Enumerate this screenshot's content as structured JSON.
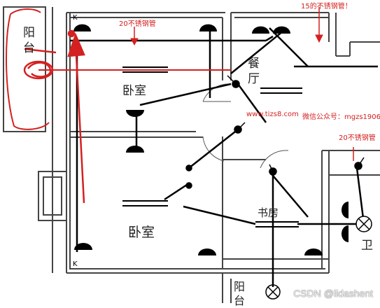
{
  "rooms": {
    "balcony_top": "阳台",
    "dining": "餐厅",
    "bedroom_upper": "卧室",
    "bedroom_lower": "卧室",
    "study": "书房",
    "bathroom": "卫",
    "balcony_bottom": "阳台"
  },
  "notes": {
    "pipe_top": "20不锈钢管",
    "pipe_right": "20不锈钢管",
    "pipe_corner": "15的不锈钢管！",
    "website": "www.tizs8.com",
    "wechat": "微信公众号：mgzs1906"
  },
  "switch_labels": {
    "top": "K",
    "bottom": "K"
  },
  "watermark": "CSDN @lidashent",
  "colors": {
    "annotation": "#d42020",
    "wire": "#000000",
    "wall": "#444444"
  }
}
